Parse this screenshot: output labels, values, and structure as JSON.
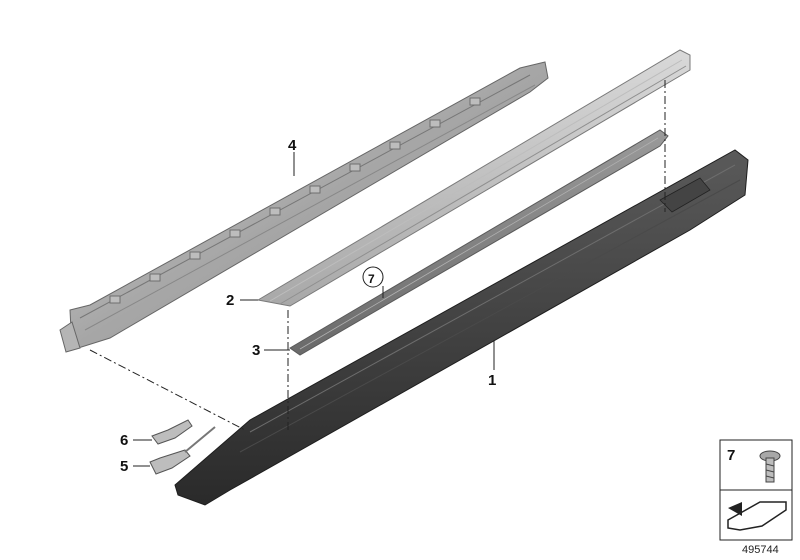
{
  "diagram": {
    "callouts": [
      {
        "id": "1",
        "label": "1"
      },
      {
        "id": "2",
        "label": "2"
      },
      {
        "id": "3",
        "label": "3"
      },
      {
        "id": "4",
        "label": "4"
      },
      {
        "id": "5",
        "label": "5"
      },
      {
        "id": "6",
        "label": "6"
      },
      {
        "id": "7",
        "label": "7"
      }
    ],
    "inset_label": "7",
    "reference_number": "495744",
    "colors": {
      "line": "#222222",
      "part_dark": "#3a3a3a",
      "part_mid": "#8a8a8a",
      "part_light": "#c9c9c9",
      "part_frame": "#a9a9a9"
    }
  }
}
